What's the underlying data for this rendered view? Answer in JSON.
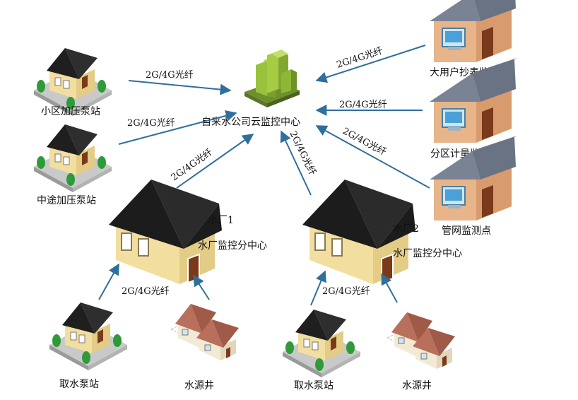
{
  "center": {
    "label": "自来水公司云监控中心"
  },
  "link_label": "2G/4G光纤",
  "stations": {
    "xiaoqu": "小区加压泵站",
    "zhongtu": "中途加压泵站",
    "dayonghu": "大用户抄表监测点",
    "fenqu": "分区计量监测点",
    "guanwang": "管网监测点"
  },
  "plant1": {
    "name": "水厂1",
    "sub": "水厂监控分中心"
  },
  "plant2": {
    "name": "水厂2",
    "sub": "水厂监控分中心"
  },
  "sources": {
    "pump_left": "取水泵站",
    "well_left": "水源井",
    "pump_right": "取水泵站",
    "well_right": "水源井"
  },
  "colors": {
    "arrow": "#2e6f9e",
    "wall": "#f2dfa0",
    "roof": "#1f1f1f",
    "door": "#7a3a1a",
    "brick_roof": "#a05a48",
    "monitor_wall": "#e8b48a",
    "monitor_roof": "#6a7383"
  }
}
